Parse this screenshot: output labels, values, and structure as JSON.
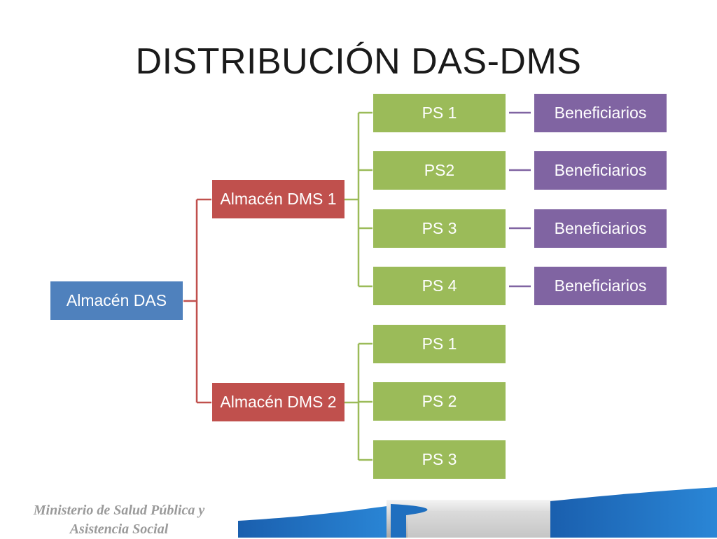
{
  "title": "DISTRIBUCIÓN DAS-DMS",
  "root": {
    "label": "Almacén DAS"
  },
  "dms": [
    {
      "label": "Almacén DMS 1",
      "ps": [
        {
          "label": "PS 1",
          "beneficiarios": "Beneficiarios"
        },
        {
          "label": "PS2",
          "beneficiarios": "Beneficiarios"
        },
        {
          "label": "PS 3",
          "beneficiarios": "Beneficiarios"
        },
        {
          "label": "PS 4",
          "beneficiarios": "Beneficiarios"
        }
      ]
    },
    {
      "label": "Almacén DMS 2",
      "ps": [
        {
          "label": "PS 1"
        },
        {
          "label": "PS 2"
        },
        {
          "label": "PS 3"
        }
      ]
    }
  ],
  "footer": {
    "line1": "Ministerio de Salud Pública y",
    "line2": "Asistencia Social"
  },
  "colors": {
    "root": "#4f81bd",
    "dms": "#c0504d",
    "ps": "#9bbb59",
    "beneficiarios": "#8064a2",
    "footer_blue": "#1f6fbf"
  }
}
